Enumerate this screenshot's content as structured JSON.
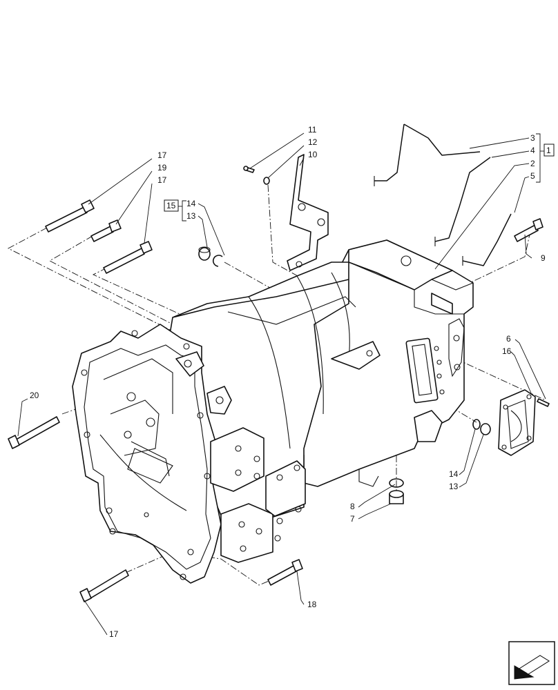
{
  "callouts": {
    "c17a": "17",
    "c19": "19",
    "c17b": "17",
    "c11": "11",
    "c12": "12",
    "c10": "10",
    "c15": "15",
    "c14a": "14",
    "c13a": "13",
    "c3": "3",
    "c4": "4",
    "c1": "1",
    "c2": "2",
    "c5": "5",
    "c9": "9",
    "c6": "6",
    "c16": "16",
    "c20": "20",
    "c14b": "14",
    "c13b": "13",
    "c8": "8",
    "c7": "7",
    "c18": "18",
    "c17c": "17"
  }
}
